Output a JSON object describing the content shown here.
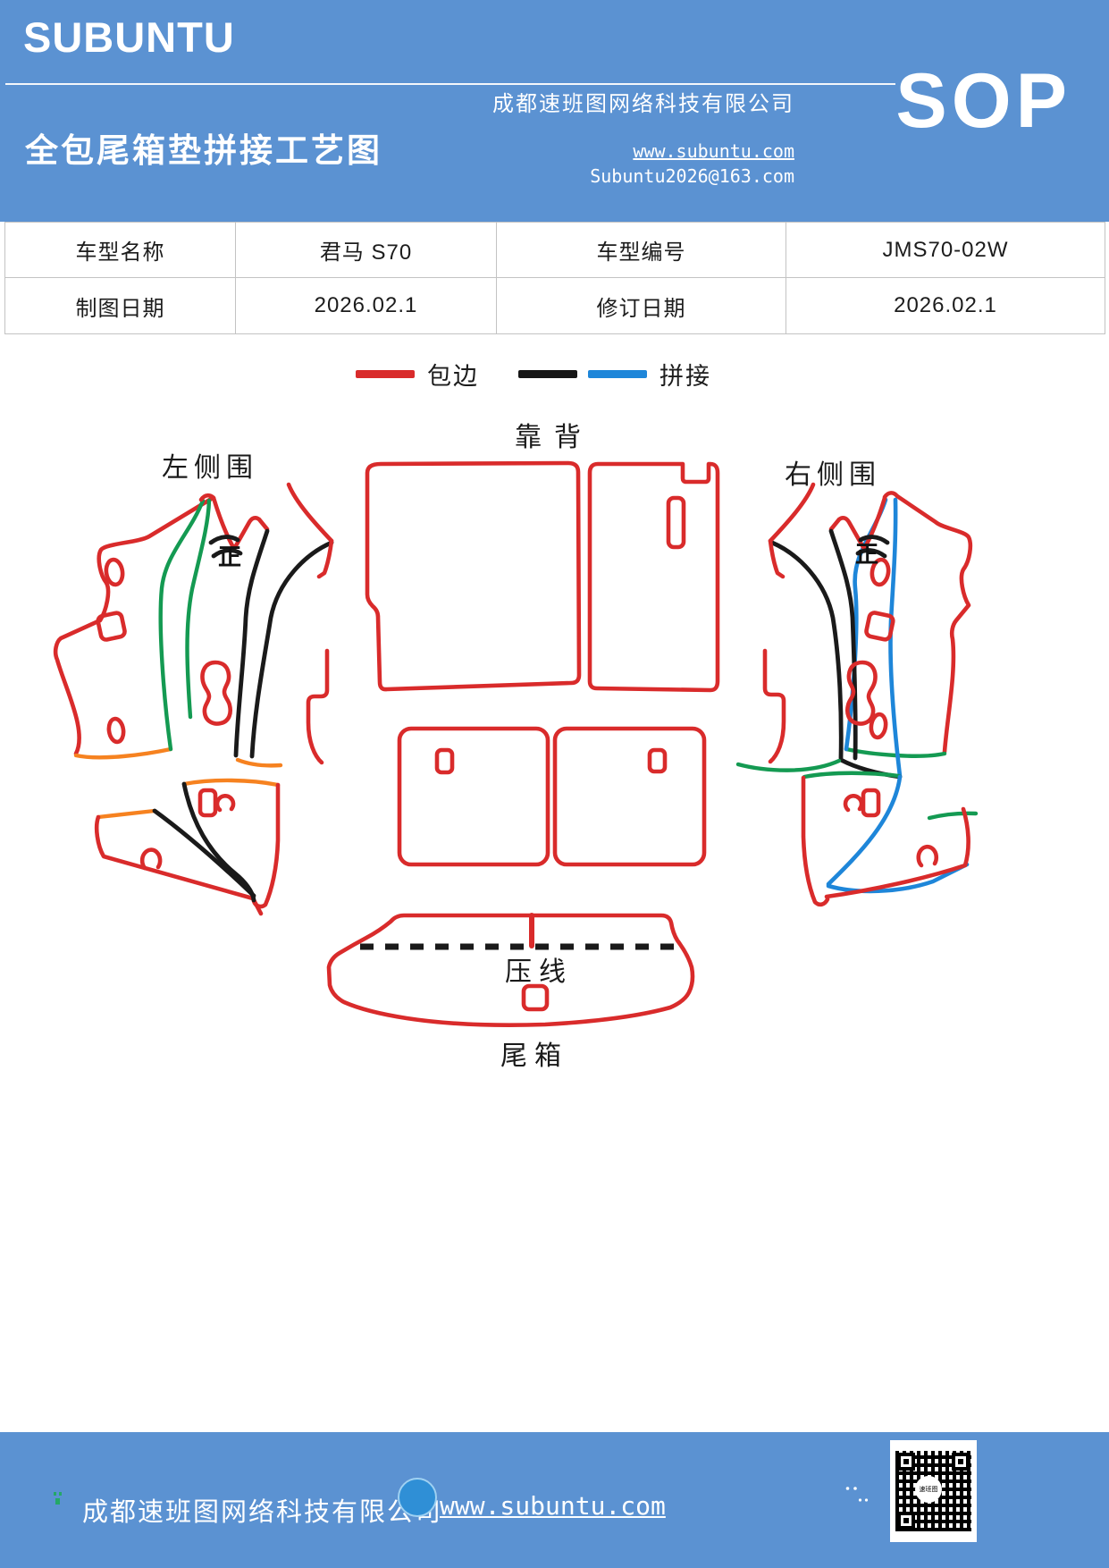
{
  "header": {
    "logo": "SUBUNTU",
    "title": "全包尾箱垫拼接工艺图",
    "company": "成都速班图网络科技有限公司",
    "website": "www.subuntu.com",
    "email": "Subuntu2026@163.com",
    "sop": "SOP"
  },
  "info_table": {
    "rows": [
      [
        {
          "label": "车型名称",
          "value": "君马 S70"
        },
        {
          "label": "车型编号",
          "value": "JMS70-02W"
        }
      ],
      [
        {
          "label": "制图日期",
          "value": "2026.02.1"
        },
        {
          "label": "修订日期",
          "value": "2026.02.1"
        }
      ]
    ]
  },
  "legend": {
    "items": [
      {
        "label": "包边",
        "colors": [
          "#d92b2b"
        ]
      },
      {
        "label": "拼接",
        "colors": [
          "#1a1a1a",
          "#1e86d9"
        ]
      }
    ]
  },
  "diagram": {
    "section_labels": {
      "left_side": "左侧围",
      "backrest": "靠背",
      "right_side": "右侧围",
      "press_line": "压线",
      "trunk": "尾箱"
    },
    "mark_left": "正",
    "mark_right": "正"
  },
  "footer": {
    "company": "成都速班图网络科技有限公司",
    "website": "www.subuntu.com",
    "qr_caption": "速班图"
  },
  "colors": {
    "header_blue": "#5b92d2",
    "edge_wrap_red": "#d92b2b",
    "stitch_black": "#1a1a1a",
    "stitch_blue": "#1e86d9",
    "stitch_green": "#149a52",
    "stitch_orange": "#f68220",
    "table_border": "#c3c3c3",
    "wechat_green": "#62c140",
    "building_icon_green": "#2db56f"
  }
}
